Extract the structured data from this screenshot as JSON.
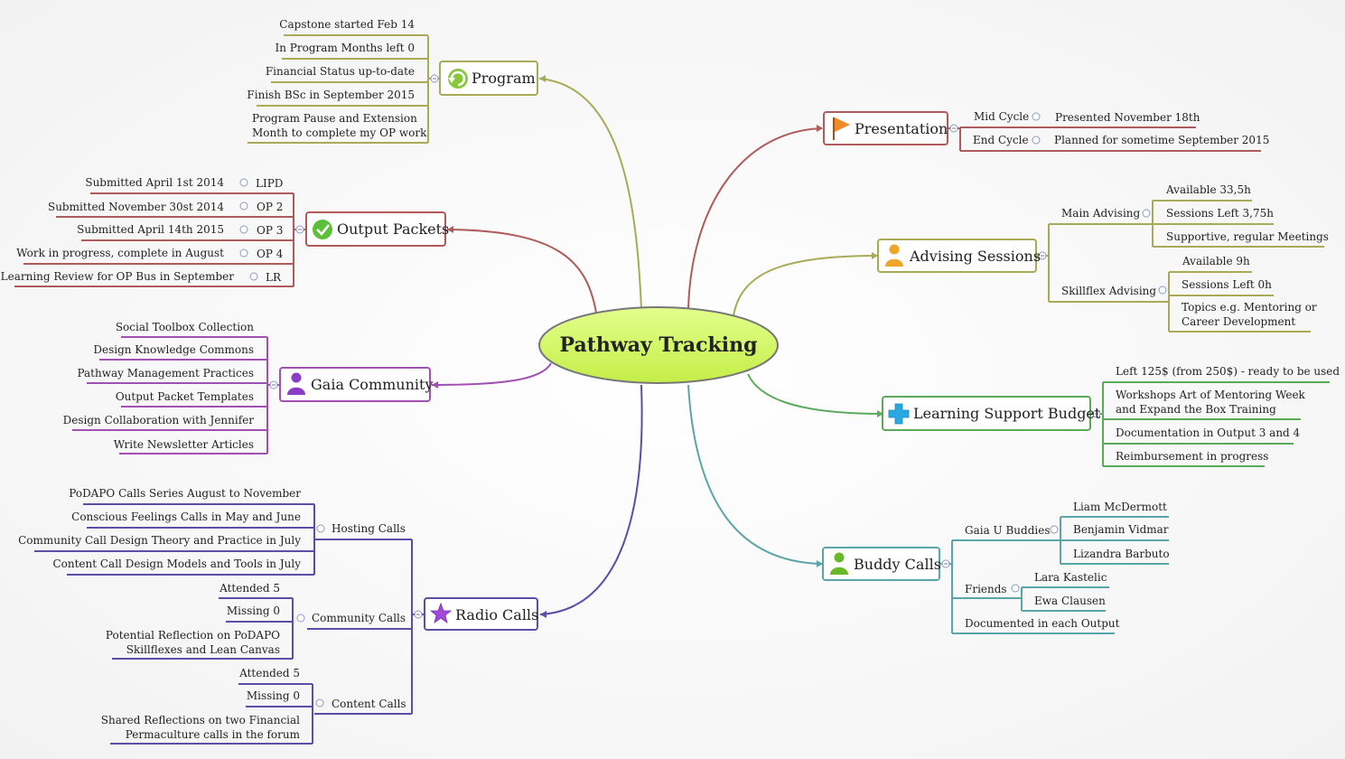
{
  "central": {
    "label": "Pathway Tracking"
  },
  "program": {
    "label": "Program",
    "icon": "refresh-icon",
    "items": [
      "Capstone started Feb 14",
      "In Program Months left 0",
      "Financial Status up-to-date",
      "Finish BSc in September 2015",
      "Program Pause and Extension",
      "Month to complete my OP work"
    ]
  },
  "output_packets": {
    "label": "Output Packets",
    "icon": "checkmark-icon",
    "rows": [
      {
        "desc": "Submitted April 1st 2014",
        "code": "LIPD"
      },
      {
        "desc": "Submitted November 30st 2014",
        "code": "OP 2"
      },
      {
        "desc": "Submitted April 14th 2015",
        "code": "OP 3"
      },
      {
        "desc": "Work in progress,  complete in August",
        "code": "OP 4"
      },
      {
        "desc": "Learning Review for OP Bus in September",
        "code": "LR"
      }
    ]
  },
  "gaia_community": {
    "label": "Gaia Community",
    "icon": "person-icon",
    "items": [
      "Social Toolbox Collection",
      "Design Knowledge Commons",
      "Pathway Management Practices",
      "Output Packet Templates",
      "Design Collaboration with Jennifer",
      "Write Newsletter Articles"
    ]
  },
  "radio_calls": {
    "label": "Radio Calls",
    "icon": "star-icon",
    "hosting": {
      "label": "Hosting Calls",
      "items": [
        "PoDAPO Calls Series August to November",
        "Conscious Feelings Calls in May and June",
        "Community Call Design Theory and Practice in July",
        "Content Call Design Models and Tools in July"
      ]
    },
    "community": {
      "label": "Community Calls",
      "items": [
        "Attended 5",
        "Missing 0",
        "Potential Reflection on PoDAPO",
        "Skillflexes and Lean Canvas"
      ]
    },
    "content": {
      "label": "Content Calls",
      "items": [
        "Attended 5",
        "Missing 0",
        "Shared Reflections on two Financial",
        "Permaculture calls in the forum"
      ]
    }
  },
  "presentation": {
    "label": "Presentation",
    "icon": "flag-icon",
    "rows": [
      {
        "phase": "Mid Cycle",
        "detail": "Presented November 18th"
      },
      {
        "phase": "End Cycle",
        "detail": "Planned for sometime September 2015"
      }
    ]
  },
  "advising": {
    "label": "Advising Sessions",
    "icon": "person-icon",
    "main": {
      "label": "Main Advising",
      "items": [
        "Available 33,5h",
        "Sessions Left 3,75h",
        "Supportive, regular Meetings"
      ]
    },
    "skillflex": {
      "label": "Skillflex Advising",
      "items": [
        "Available 9h",
        "Sessions Left 0h",
        "Topics e.g. Mentoring or",
        "Career Development"
      ]
    }
  },
  "budget": {
    "label": "Learning Support Budget",
    "icon": "plus-icon",
    "items": [
      "Left 125$ (from 250$) - ready to be used",
      "Workshops Art of Mentoring Week",
      "and Expand the Box Training",
      "Documentation in Output 3 and 4",
      "Reimbursement in progress"
    ]
  },
  "buddy": {
    "label": "Buddy Calls",
    "icon": "person-icon",
    "gaia_u": {
      "label": "Gaia U Buddies",
      "items": [
        "Liam McDermott",
        "Benjamin Vidmar",
        "Lizandra Barbuto"
      ]
    },
    "friends": {
      "label": "Friends",
      "items": [
        "Lara Kastelic",
        "Ewa Clausen"
      ]
    },
    "documented": "Documented in each Output"
  },
  "colors": {
    "olive": "#a8aa55",
    "red": "#b05a5a",
    "purple": "#a050b0",
    "indigo": "#5a4ea8",
    "green": "#5aaa5a",
    "teal": "#5aa5a8",
    "central_fill": "#ccf25a",
    "central_stroke": "#777777"
  }
}
